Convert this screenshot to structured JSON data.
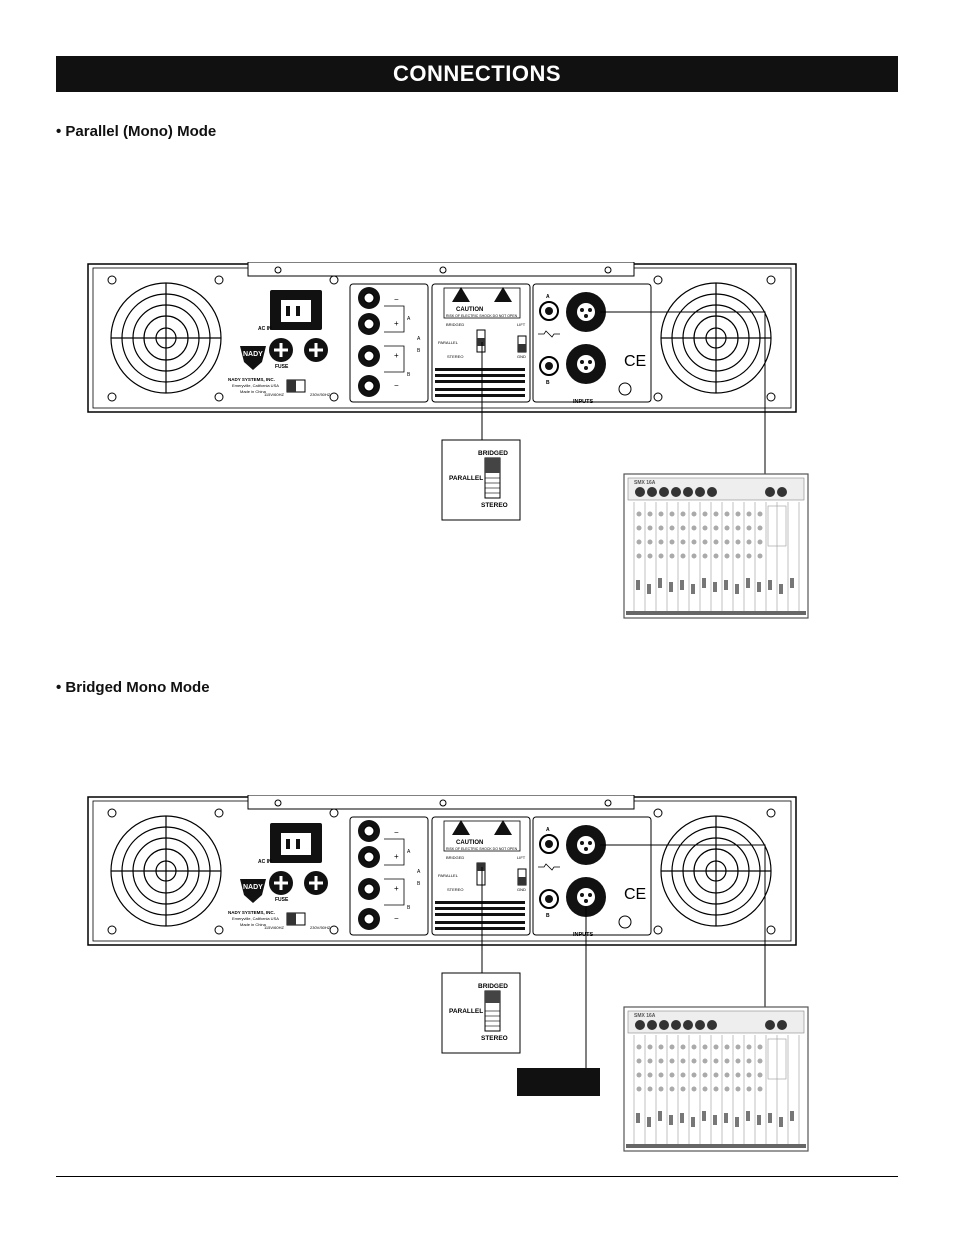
{
  "header": {
    "title": "CONNECTIONS"
  },
  "sections": [
    {
      "title": "• Parallel (Mono) Mode"
    },
    {
      "title": "• Bridged Mono Mode"
    }
  ],
  "amp_panel": {
    "ac_in": "AC IN",
    "fuse": "FUSE",
    "brand": "NADY",
    "company_line1": "NADY SYSTEMS, INC.",
    "company_line2": "Emeryville, California USA",
    "company_line3": "Made in China",
    "voltage_left": "115V/60HZ",
    "voltage_right": "230V/50HZ",
    "caution": "CAUTION",
    "caution_sub": "RISK OF ELECTRIC SHOCK DO NOT OPEN",
    "bridged": "BRIDGED",
    "parallel": "PARALLEL",
    "stereo": "STEREO",
    "lift": "LIFT",
    "gnd": "GND",
    "input_a": "A",
    "input_b": "B",
    "inputs": "INPUTS",
    "ce": "CE",
    "minus": "−",
    "plus": "+",
    "spk_a": "A",
    "spk_b": "B"
  },
  "mode_switch": {
    "bridged": "BRIDGED",
    "parallel": "PARALLEL",
    "stereo": "STEREO"
  },
  "mixer": {
    "label": "SMX 16A"
  }
}
